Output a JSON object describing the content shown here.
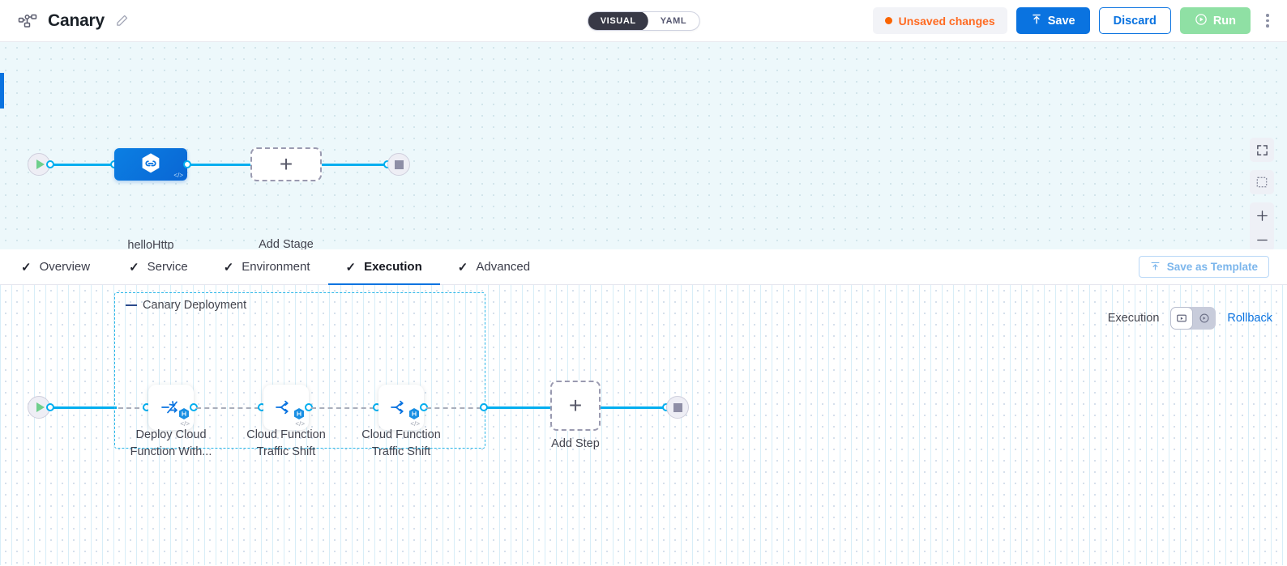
{
  "header": {
    "logo_icon": "pipeline-graph-icon",
    "title": "Canary",
    "edit_icon": "pencil-icon",
    "mode_toggle": {
      "options": [
        "VISUAL",
        "YAML"
      ],
      "selected": "VISUAL"
    },
    "unsaved_label": "Unsaved changes",
    "save_label": "Save",
    "save_icon": "upload-arrow-icon",
    "discard_label": "Discard",
    "run_label": "Run",
    "run_icon": "play-circle-icon",
    "more_icon": "kebab-menu-icon"
  },
  "colors": {
    "accent_blue": "#0a73e0",
    "edge_cyan": "#00aeef",
    "unsaved_orange": "#fa6400",
    "run_green": "#8fe0a4",
    "group_dashed": "#29b6e8",
    "canvas_top_bg": "#edf8fb"
  },
  "top_canvas": {
    "start_node": {
      "name": "pipeline-start",
      "icon": "play-icon"
    },
    "stage": {
      "label": "helloHttp",
      "icon": "cloud-function-link-icon",
      "code_badge": "</>"
    },
    "add_stage": {
      "label": "Add Stage",
      "icon": "plus-icon"
    },
    "end_node": {
      "name": "pipeline-end",
      "icon": "stop-icon"
    },
    "controls": [
      {
        "name": "fullscreen-button",
        "icon": "fullscreen-icon"
      },
      {
        "name": "fit-to-screen-button",
        "icon": "fit-screen-icon"
      },
      {
        "name": "zoom-in-button",
        "icon": "plus-icon",
        "glyph": "+"
      },
      {
        "name": "zoom-out-button",
        "icon": "minus-icon",
        "glyph": "−"
      }
    ]
  },
  "tabs": {
    "items": [
      {
        "label": "Overview",
        "check": "✓",
        "active": false
      },
      {
        "label": "Service",
        "check": "✓",
        "active": false
      },
      {
        "label": "Environment",
        "check": "✓",
        "active": false
      },
      {
        "label": "Execution",
        "check": "✓",
        "active": true
      },
      {
        "label": "Advanced",
        "check": "✓",
        "active": false
      }
    ],
    "save_as_template": "Save as Template",
    "save_as_template_icon": "template-upload-icon"
  },
  "execution": {
    "label": "Execution",
    "rollback_label": "Rollback",
    "view_toggle": {
      "options": [
        {
          "name": "execution-view-button",
          "icon": "execution-flow-icon",
          "selected": true
        },
        {
          "name": "rollback-view-button",
          "icon": "rollback-flow-icon",
          "selected": false
        }
      ]
    },
    "start_node": {
      "name": "execution-start",
      "icon": "play-icon"
    },
    "end_node": {
      "name": "execution-end",
      "icon": "stop-icon"
    },
    "group": {
      "title": "Canary Deployment",
      "steps": [
        {
          "label": "Deploy Cloud\nFunction With...",
          "line1": "Deploy Cloud",
          "line2": "Function With...",
          "icon": "deploy-function-icon",
          "badge": "harness-hex-badge",
          "code_badge": "</>"
        },
        {
          "label": "Cloud Function\nTraffic Shift",
          "line1": "Cloud Function",
          "line2": "Traffic Shift",
          "icon": "traffic-shift-icon",
          "badge": "harness-hex-badge",
          "code_badge": "</>"
        },
        {
          "label": "Cloud Function\nTraffic Shift",
          "line1": "Cloud Function",
          "line2": "Traffic Shift",
          "icon": "traffic-shift-icon",
          "badge": "harness-hex-badge",
          "code_badge": "</>"
        }
      ]
    },
    "add_step": {
      "label": "Add Step",
      "icon": "plus-icon"
    }
  }
}
